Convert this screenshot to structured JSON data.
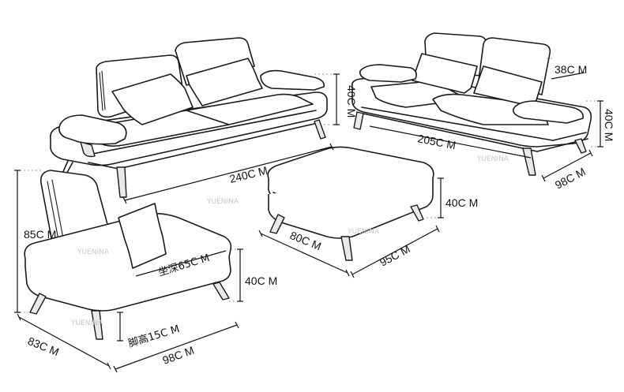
{
  "labels": {
    "sofa3_depth": "40C M",
    "sofa3_width": "240C M",
    "sofa2_arm": "38C M",
    "sofa2_height": "40C M",
    "sofa2_width": "205C M",
    "sofa2_depth": "98C M",
    "ottoman_height": "40C M",
    "ottoman_depth": "80C M",
    "ottoman_width": "95C M",
    "chair_height": "85C M",
    "chair_seat_depth": "坐深65C M",
    "chair_seat_height": "40C M",
    "chair_leg_height": "脚高15C M",
    "chair_depth": "83C M",
    "chair_width": "98C M"
  },
  "watermark": "YUENINA"
}
